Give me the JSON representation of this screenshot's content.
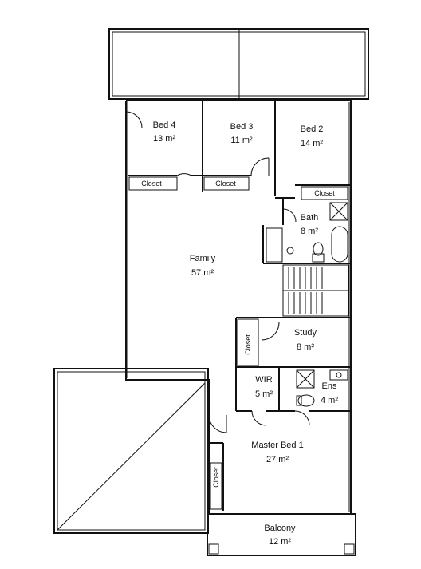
{
  "rooms": {
    "bed4": {
      "name": "Bed 4",
      "area": "13 m²"
    },
    "bed3": {
      "name": "Bed 3",
      "area": "11 m²"
    },
    "bed2": {
      "name": "Bed 2",
      "area": "14 m²"
    },
    "bath": {
      "name": "Bath",
      "area": "8 m²"
    },
    "family": {
      "name": "Family",
      "area": "57 m²"
    },
    "study": {
      "name": "Study",
      "area": "8 m²"
    },
    "wir": {
      "name": "WIR",
      "area": "5 m²"
    },
    "ens": {
      "name": "Ens",
      "area": "4 m²"
    },
    "master": {
      "name": "Master Bed 1",
      "area": "27 m²"
    },
    "balcony": {
      "name": "Balcony",
      "area": "12 m²"
    }
  },
  "closets": {
    "bed4": "Closet",
    "bed3": "Closet",
    "bed2": "Closet",
    "study": "Closet",
    "master": "Closet"
  }
}
